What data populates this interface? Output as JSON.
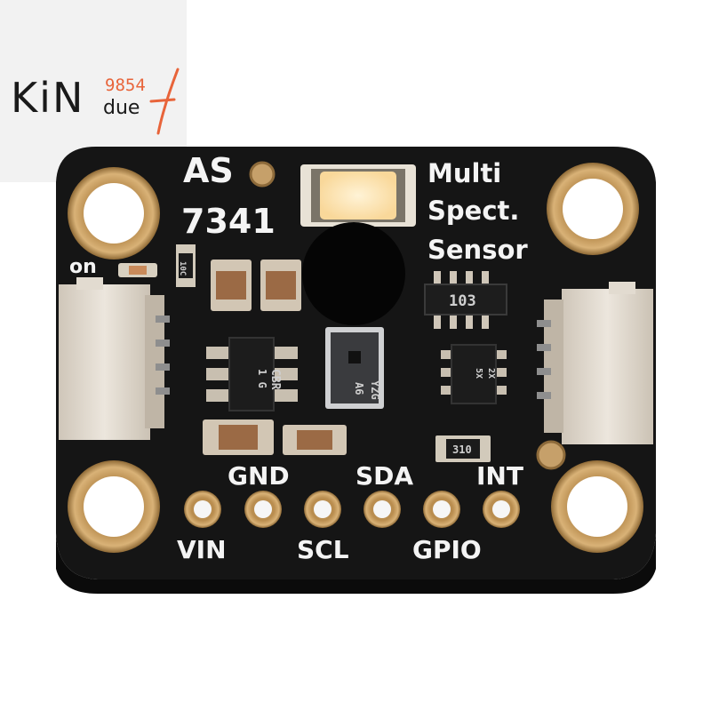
{
  "logo": {
    "name": "KiNdue",
    "name_prefix": "KiN",
    "name_suffix": "due",
    "number": "9854",
    "colors": {
      "text": "#1a1a1a",
      "accent": "#e8643a"
    }
  },
  "board": {
    "title_line1": "AS",
    "title_line2": "7341",
    "subtitle_line1": "Multi",
    "subtitle_line2": "Spect.",
    "subtitle_line3": "Sensor",
    "power_label": "on",
    "resistor_top_label": "103",
    "resistor_small_label": "10C",
    "resistor_right_label": "310",
    "regulator_label_1": "CBR",
    "regulator_label_2": "1 G",
    "sensor_label_1": "A6",
    "sensor_label_2": "YZG",
    "chip_label_1": "5X",
    "chip_label_2": "2X",
    "pins_top": [
      "GND",
      "SDA",
      "INT"
    ],
    "pins_bottom": [
      "VIN",
      "SCL",
      "GPIO"
    ],
    "colors": {
      "pcb": "#151515",
      "silkscreen": "#f4f4f4",
      "gold": "#c49a5a",
      "connector": "#ddd6cc",
      "led": "#ffe7ba"
    }
  }
}
